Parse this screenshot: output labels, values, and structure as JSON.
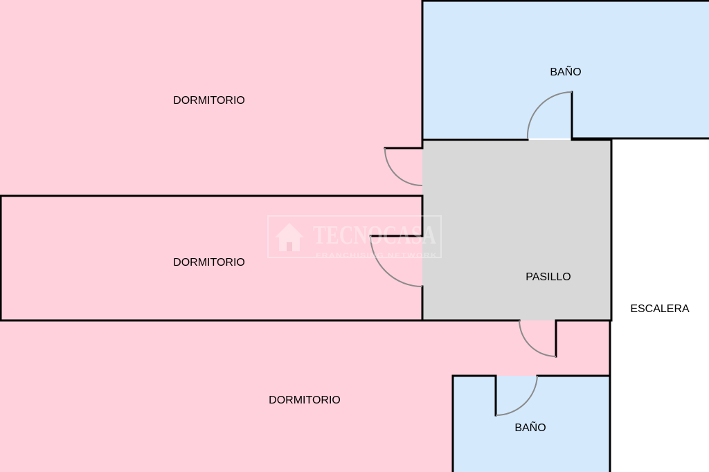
{
  "floorplan": {
    "colors": {
      "dormitorio": "#ffd1dc",
      "bano": "#d5e9fd",
      "pasillo": "#d8d8d8",
      "escalera": "#ffffff",
      "wall": "#000000",
      "door_arc": "#8a8a8a"
    },
    "rooms": {
      "dormitorio_1": "DORMITORIO",
      "dormitorio_2": "DORMITORIO",
      "dormitorio_3": "DORMITORIO",
      "bano_1": "BAÑO",
      "bano_2": "BAÑO",
      "pasillo": "PASILLO",
      "escalera": "ESCALERA"
    },
    "watermark": {
      "brand": "TECNOCASA",
      "tagline": "FRANCHISING NETWORK",
      "icon": "house-icon"
    }
  }
}
